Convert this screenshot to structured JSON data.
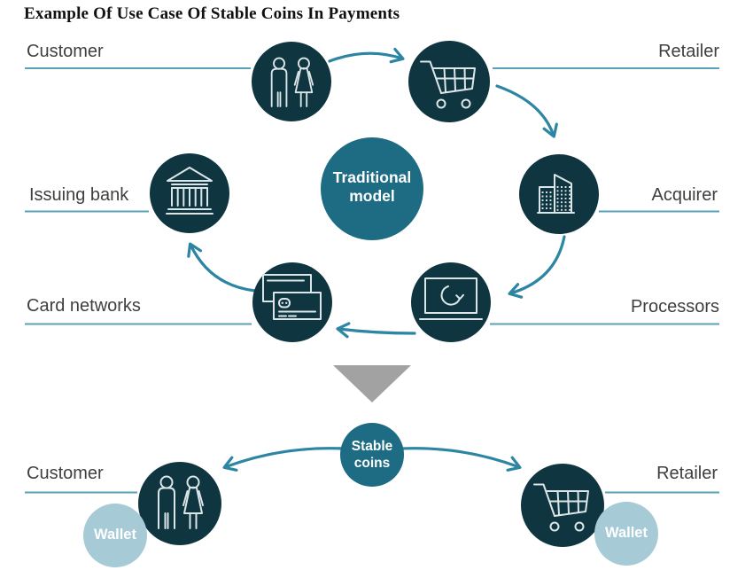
{
  "title": "Example Of Use Case Of Stable Coins In Payments",
  "traditional": {
    "center_label": "Traditional model",
    "nodes": [
      {
        "label": "Customer",
        "icon": "people-icon"
      },
      {
        "label": "Retailer",
        "icon": "cart-icon"
      },
      {
        "label": "Acquirer",
        "icon": "buildings-icon"
      },
      {
        "label": "Processors",
        "icon": "laptop-icon"
      },
      {
        "label": "Card networks",
        "icon": "cards-icon"
      },
      {
        "label": "Issuing bank",
        "icon": "bank-icon"
      }
    ],
    "flows": [
      "Customer -> Retailer",
      "Retailer -> Acquirer",
      "Acquirer -> Processors",
      "Processors -> Card networks",
      "Card networks -> Issuing bank"
    ]
  },
  "stablecoins": {
    "center_label": "Stable coins",
    "nodes": [
      {
        "label": "Customer",
        "icon": "people-icon",
        "badge": "Wallet"
      },
      {
        "label": "Retailer",
        "icon": "cart-icon",
        "badge": "Wallet"
      }
    ],
    "flows": [
      "Stable coins -> Customer",
      "Stable coins -> Retailer"
    ]
  },
  "colors": {
    "node_dark": "#0e3540",
    "accent_teal": "#1e6b84",
    "wallet_blue": "#a7cad7",
    "arrow": "#2d85a4",
    "underline": "#58a1b6",
    "label_text": "#3f3f3f",
    "divider_gray": "#a2a2a2",
    "icon_stroke": "#dce6e9"
  }
}
